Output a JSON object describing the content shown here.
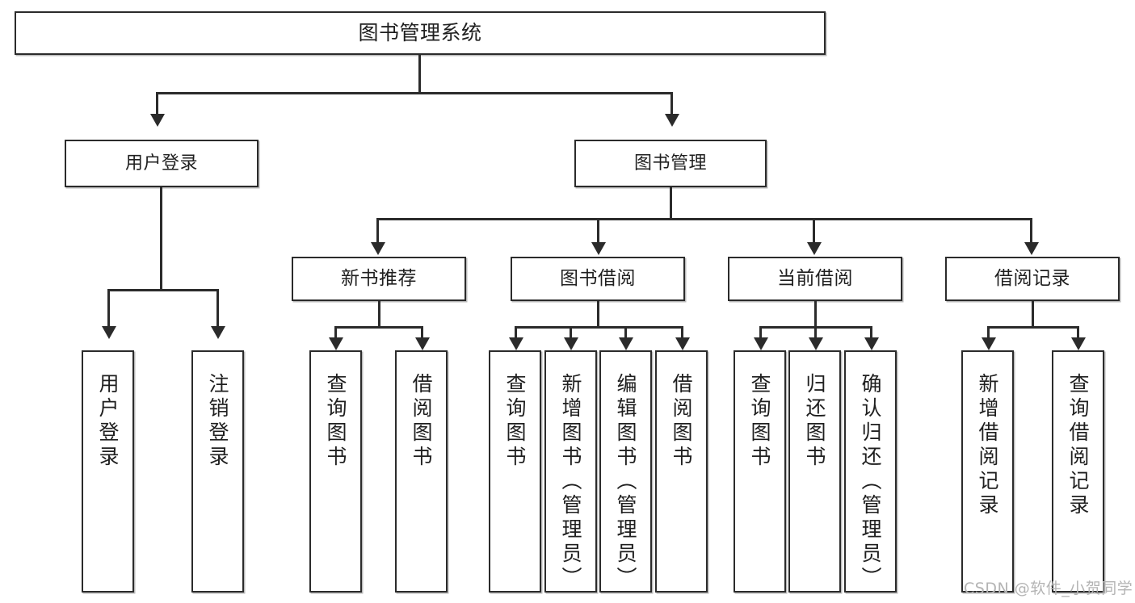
{
  "diagram": {
    "title": "图书管理系统",
    "watermark": "CSDN @软件_小贺同学",
    "root": {
      "label": "图书管理系统"
    },
    "level2": [
      {
        "label": "用户登录"
      },
      {
        "label": "图书管理"
      }
    ],
    "level3": [
      {
        "label": "新书推荐"
      },
      {
        "label": "图书借阅"
      },
      {
        "label": "当前借阅"
      },
      {
        "label": "借阅记录"
      }
    ],
    "leaves": [
      {
        "label": "用户登录",
        "parent": "用户登录"
      },
      {
        "label": "注销登录",
        "parent": "用户登录"
      },
      {
        "label": "查询图书",
        "parent": "新书推荐"
      },
      {
        "label": "借阅图书",
        "parent": "新书推荐"
      },
      {
        "label": "查询图书",
        "parent": "图书借阅"
      },
      {
        "label": "新增图书（管理员）",
        "parent": "图书借阅"
      },
      {
        "label": "编辑图书（管理员）",
        "parent": "图书借阅"
      },
      {
        "label": "借阅图书",
        "parent": "图书借阅"
      },
      {
        "label": "查询图书",
        "parent": "当前借阅"
      },
      {
        "label": "归还图书",
        "parent": "当前借阅"
      },
      {
        "label": "确认归还（管理员）",
        "parent": "当前借阅"
      },
      {
        "label": "新增借阅记录",
        "parent": "借阅记录"
      },
      {
        "label": "查询借阅记录",
        "parent": "借阅记录"
      }
    ],
    "colors": {
      "stroke": "#2b2b2b",
      "background": "#ffffff",
      "text": "#1f1f1f",
      "watermark": "#b4b4b4"
    }
  }
}
